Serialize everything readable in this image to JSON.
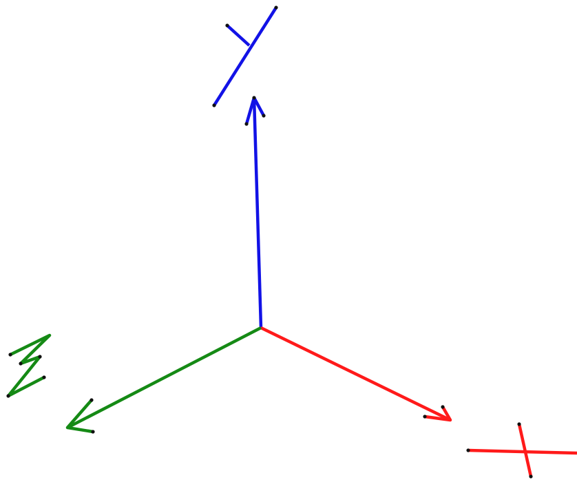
{
  "diagram": {
    "type": "3d-coordinate-axes",
    "background": "#ffffff",
    "axes": [
      {
        "key": "x",
        "label": "X",
        "color": "#ff1a1a"
      },
      {
        "key": "y",
        "label": "Y",
        "color": "#1212e6"
      },
      {
        "key": "z",
        "label": "Z",
        "color": "#158a15"
      }
    ]
  }
}
